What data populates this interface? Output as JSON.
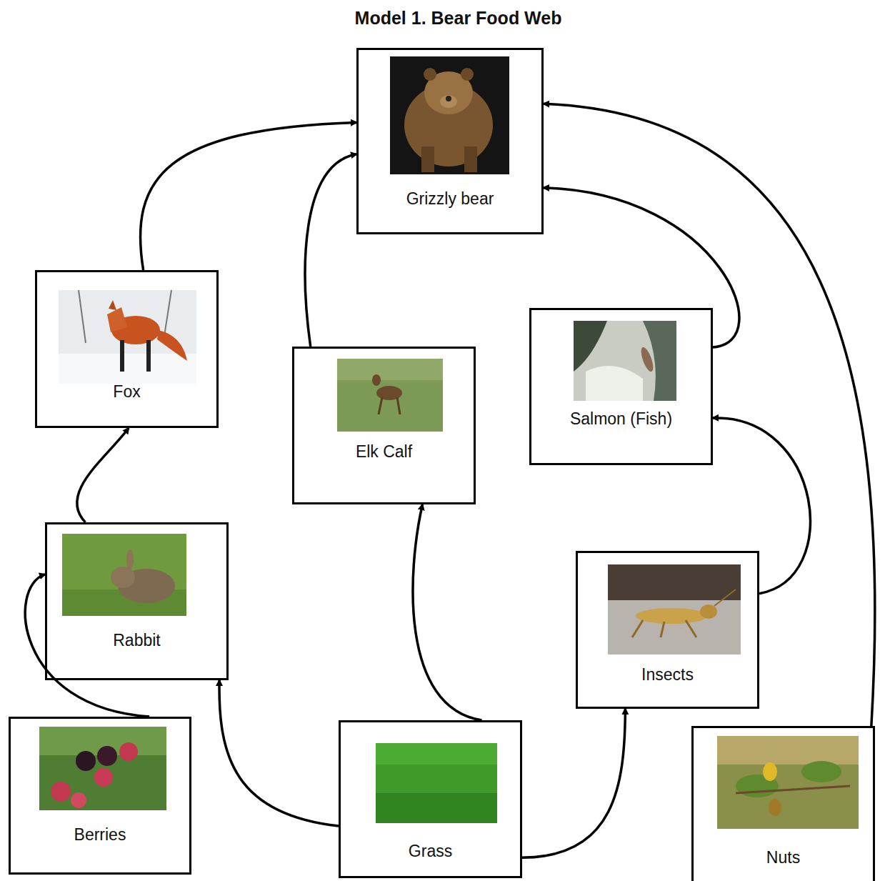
{
  "diagram": {
    "title": "Model 1. Bear Food Web",
    "nodes": [
      {
        "text": [
          "Grizzly bear"
        ]
      },
      {
        "text": [
          "Fox"
        ]
      },
      {
        "text": [
          "Elk Calf"
        ]
      },
      {
        "text": [
          "Salmon (Fish)"
        ]
      },
      {
        "text": [
          "Rabbit"
        ]
      },
      {
        "text": [
          "Insects"
        ]
      },
      {
        "text": [
          "Berries"
        ]
      },
      {
        "text": [
          "Grass"
        ]
      },
      {
        "text": [
          "Nuts"
        ]
      }
    ],
    "edges": [
      {
        "from": 1,
        "to": 0,
        "arrow": "to"
      },
      {
        "from": 2,
        "to": 0,
        "arrow": "to"
      },
      {
        "from": 3,
        "to": 0,
        "arrow": "to"
      },
      {
        "from": 8,
        "to": 0,
        "arrow": "to"
      },
      {
        "from": 4,
        "to": 1,
        "arrow": "to"
      },
      {
        "from": 6,
        "to": 4,
        "arrow": "to"
      },
      {
        "from": 7,
        "to": 4,
        "arrow": "to"
      },
      {
        "from": 7,
        "to": 2,
        "arrow": "to"
      },
      {
        "from": 7,
        "to": 5,
        "arrow": "to"
      },
      {
        "from": 5,
        "to": 3,
        "arrow": "to"
      }
    ]
  }
}
